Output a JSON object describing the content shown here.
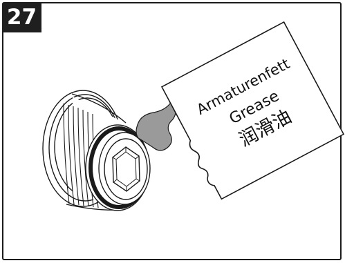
{
  "step": {
    "number": "27"
  },
  "label": {
    "line1": "Armaturenfett",
    "line2": "Grease",
    "line3": "润滑油"
  },
  "colors": {
    "frame": "#1a1a1a",
    "badge_bg": "#1f1f1f",
    "badge_text": "#ffffff",
    "grease": "#9a9a9a"
  }
}
